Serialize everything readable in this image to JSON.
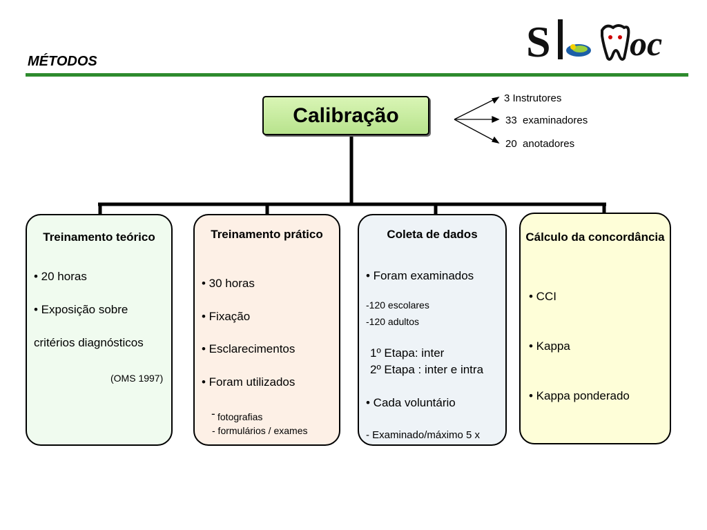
{
  "header": {
    "title": "MÉTODOS"
  },
  "logo": {
    "letter_s": "S",
    "letters_oc": "oc",
    "icon": "tooth-icon"
  },
  "root": {
    "label": "Calibração"
  },
  "fan": {
    "items": [
      "3 Instrutores",
      "33  examinadores",
      "20  anotadores"
    ]
  },
  "cards": [
    {
      "title": "Treinamento teórico",
      "bg": "#f0fbef",
      "lines": [
        "• 20 horas",
        "• Exposição sobre",
        "critérios diagnósticos",
        "(OMS 1997)"
      ]
    },
    {
      "title": "Treinamento prático",
      "bg": "#fdf0e6",
      "lines": [
        "• 30 horas",
        "• Fixação",
        "• Esclarecimentos",
        "• Foram utilizados",
        "- ",
        "fotografias",
        "- formulários / exames"
      ]
    },
    {
      "title": "Coleta de dados",
      "bg": "#eef3f7",
      "lines": [
        "• Foram examinados",
        "-120 escolares",
        "-120 adultos",
        "1º Etapa: inter",
        "2º Etapa : inter e intra",
        "• Cada voluntário",
        "- Examinado/máximo 5 x"
      ]
    },
    {
      "title": "Cálculo da concordância",
      "bg": "#fefed8",
      "lines": [
        "• CCI",
        "• Kappa",
        "• Kappa ponderado"
      ]
    }
  ],
  "colors": {
    "accent_rule": "#2e8b2e",
    "root_fill": "#c6ec9f"
  }
}
